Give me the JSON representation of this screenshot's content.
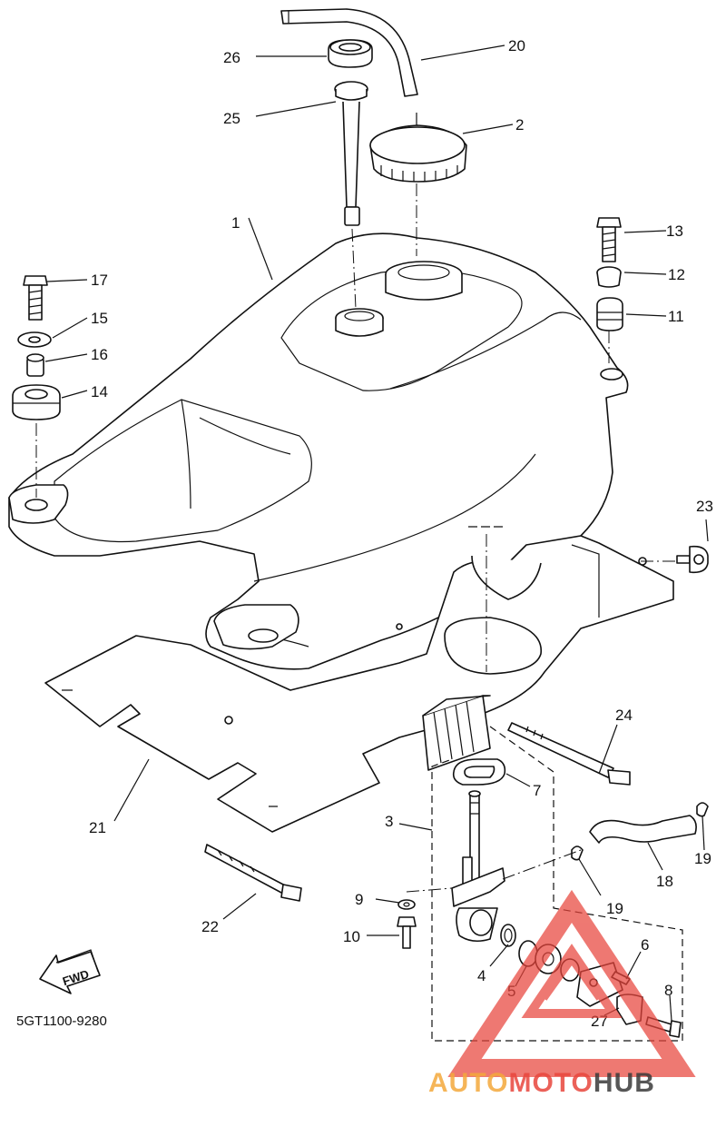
{
  "diagram": {
    "part_labels": {
      "p1": "1",
      "p2": "2",
      "p3": "3",
      "p4": "4",
      "p5": "5",
      "p6": "6",
      "p7": "7",
      "p8": "8",
      "p9": "9",
      "p10": "10",
      "p11": "11",
      "p12": "12",
      "p13": "13",
      "p14": "14",
      "p15": "15",
      "p16": "16",
      "p17": "17",
      "p18": "18",
      "p19a": "19",
      "p19b": "19",
      "p20": "20",
      "p21": "21",
      "p22": "22",
      "p23": "23",
      "p24": "24",
      "p25": "25",
      "p26": "26",
      "p27": "27"
    },
    "fwd_label": "FWD",
    "diagram_code": "5GT1100-9280"
  },
  "watermark": {
    "word_auto": "AUTO",
    "word_moto": "MOTO",
    "word_hub": "HUB",
    "colors": {
      "triangle": "#e8453c",
      "auto": "#f3a83b",
      "moto": "#e8453c",
      "hub": "#3a3a3a"
    }
  }
}
